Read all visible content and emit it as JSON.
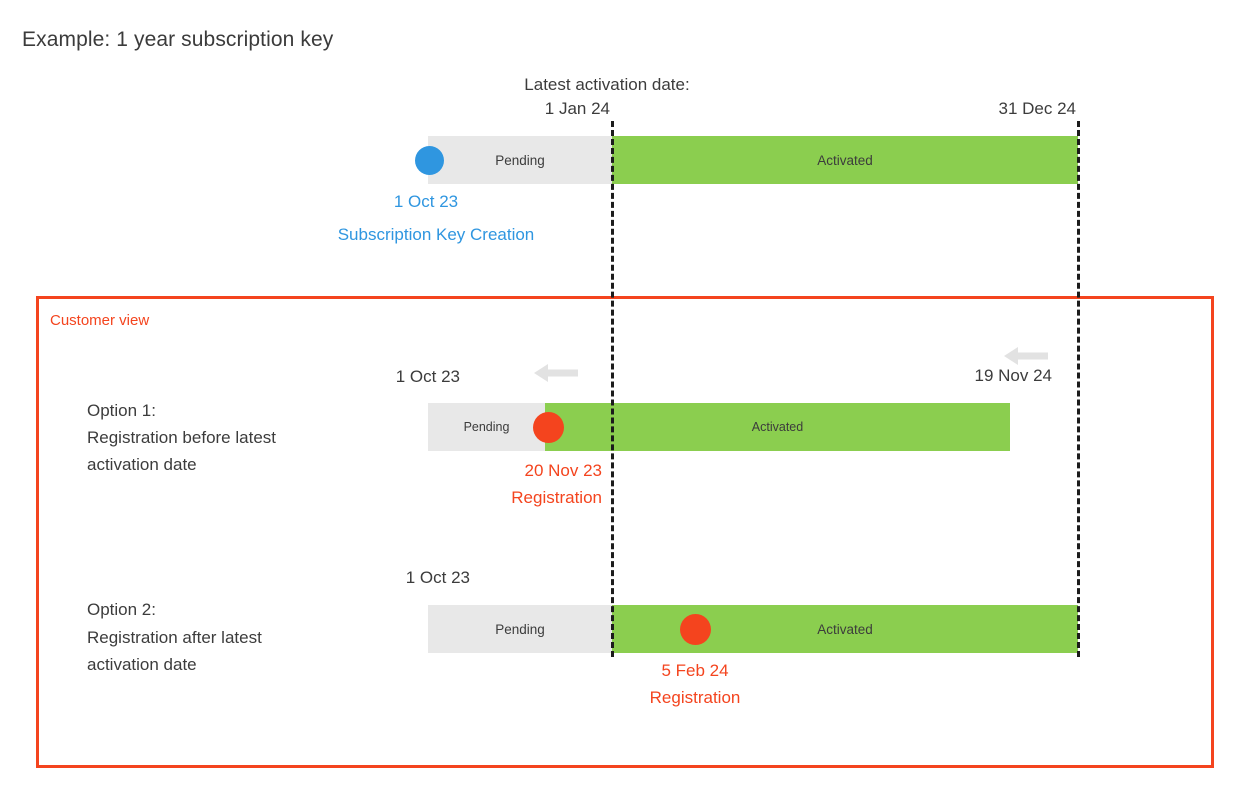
{
  "page": {
    "title": "Example: 1 year subscription key",
    "background": "#ffffff"
  },
  "colors": {
    "pending": "#e8e8e8",
    "activated": "#8bce4f",
    "creation_blue": "#2f96e0",
    "registration_orange": "#f4441e",
    "guide_line": "#1c1c1c",
    "arrow_grey": "#e2e2e2",
    "text": "#3c3c3c"
  },
  "top_timeline": {
    "latest_activation_caption": "Latest activation date:",
    "latest_activation_date": "1 Jan 24",
    "end_date": "31 Dec 24",
    "pending_label": "Pending",
    "activated_label": "Activated",
    "creation_date": "1 Oct 23",
    "creation_caption": "Subscription Key Creation",
    "creation_marker": "blue-dot"
  },
  "customer_view": {
    "label": "Customer view",
    "options": [
      {
        "id": "option-1",
        "heading": "Option 1:",
        "description": "Registration before latest\nactivation date",
        "start_date": "1 Oct 23",
        "end_date": "19 Nov 24",
        "pending_label": "Pending",
        "activated_label": "Activated",
        "registration_date": "20 Nov 23",
        "registration_caption": "Registration",
        "registration_marker": "orange-dot",
        "arrows": [
          "arrow-left-icon",
          "arrow-left-icon"
        ]
      },
      {
        "id": "option-2",
        "heading": "Option 2:",
        "description": "Registration after latest\nactivation date",
        "start_date": "1 Oct 23",
        "end_date": "",
        "pending_label": "Pending",
        "activated_label": "Activated",
        "registration_date": "5 Feb 24",
        "registration_caption": "Registration",
        "registration_marker": "orange-dot",
        "arrows": []
      }
    ]
  }
}
